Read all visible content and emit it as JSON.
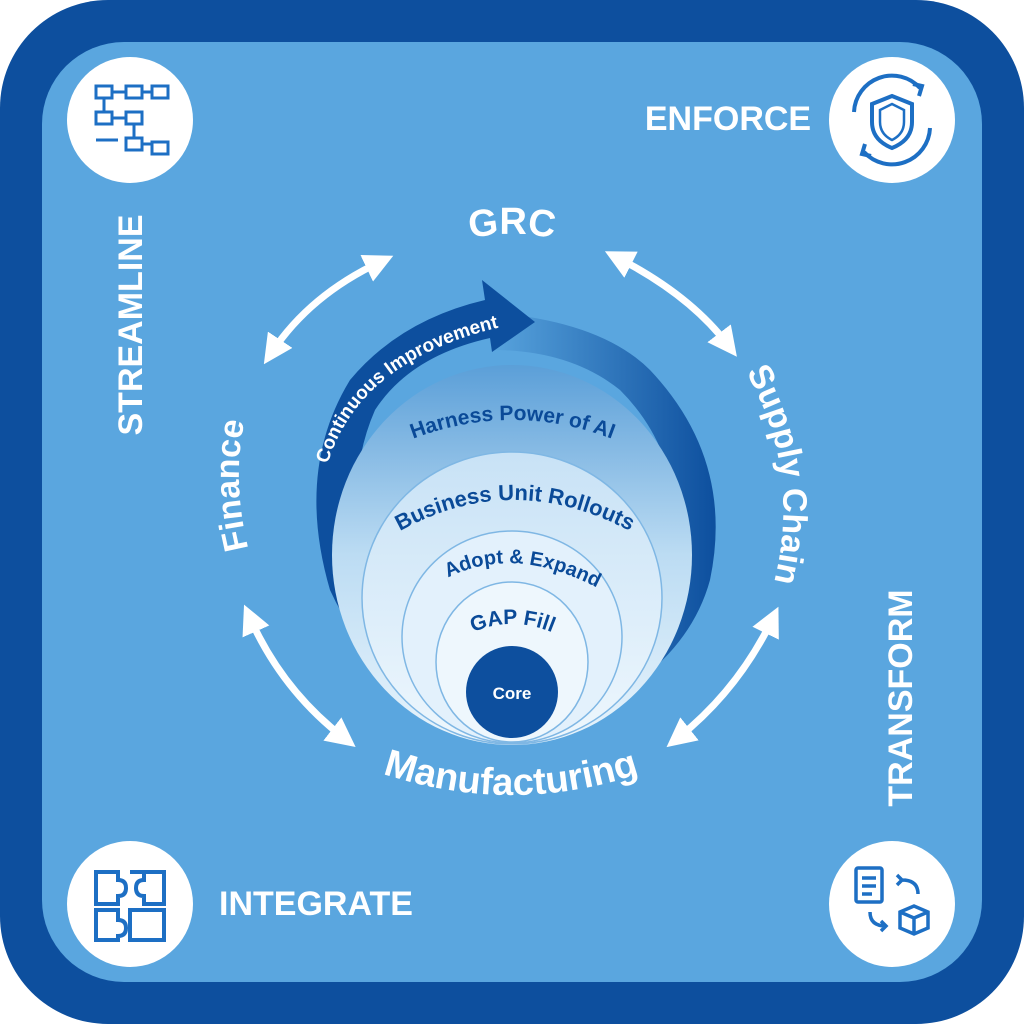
{
  "corners": {
    "top_left": {
      "label": "STREAMLINE",
      "icon": "workflow-icon"
    },
    "top_right": {
      "label": "ENFORCE",
      "icon": "shield-cycle-icon"
    },
    "bottom_left": {
      "label": "INTEGRATE",
      "icon": "puzzle-icon"
    },
    "bottom_right": {
      "label": "TRANSFORM",
      "icon": "document-cube-exchange-icon"
    }
  },
  "cycle": {
    "top": "GRC",
    "right": "Supply Chain",
    "bottom": "Manufacturing",
    "left": "Finance"
  },
  "layers": {
    "arrow": "Continuous Improvement",
    "items": [
      "Harness Power of AI",
      "Business Unit Rollouts",
      "Adopt & Expand",
      "GAP Fill"
    ],
    "core": "Core"
  },
  "colors": {
    "frame": "#0d4f9e",
    "panel": "#5aa6df",
    "dark_blue": "#0a4a98",
    "light_layer": "#dceefb",
    "text_white": "#ffffff"
  }
}
